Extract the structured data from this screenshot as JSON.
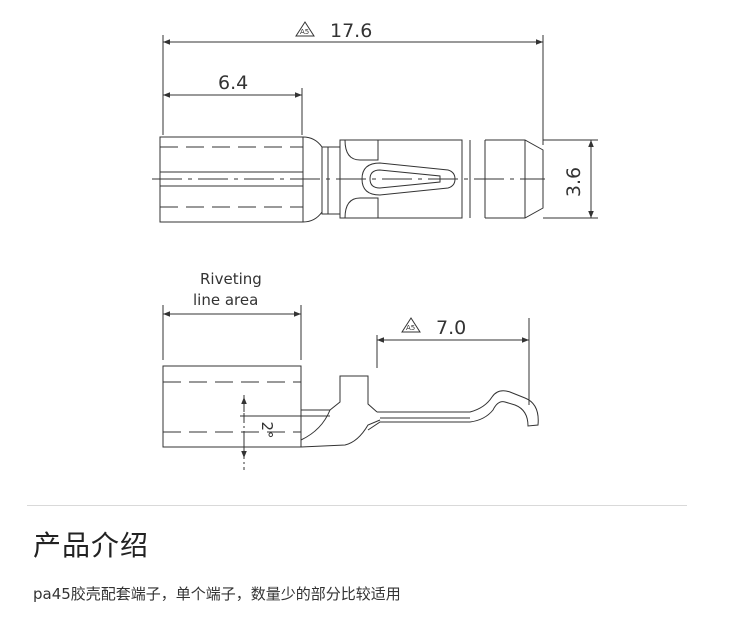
{
  "drawing": {
    "top_view": {
      "overall_length": "17.6",
      "riveting_length": "6.4",
      "diameter": "3.6",
      "revision_mark": "A5"
    },
    "side_view": {
      "riveting_label_line1": "Riveting",
      "riveting_label_line2": "line area",
      "tip_length": "7.0",
      "angle": "2°",
      "revision_mark": "A5"
    }
  },
  "section": {
    "title": "产品介绍",
    "description": "pa45胶壳配套端子，单个端子，数量少的部分比较适用"
  }
}
